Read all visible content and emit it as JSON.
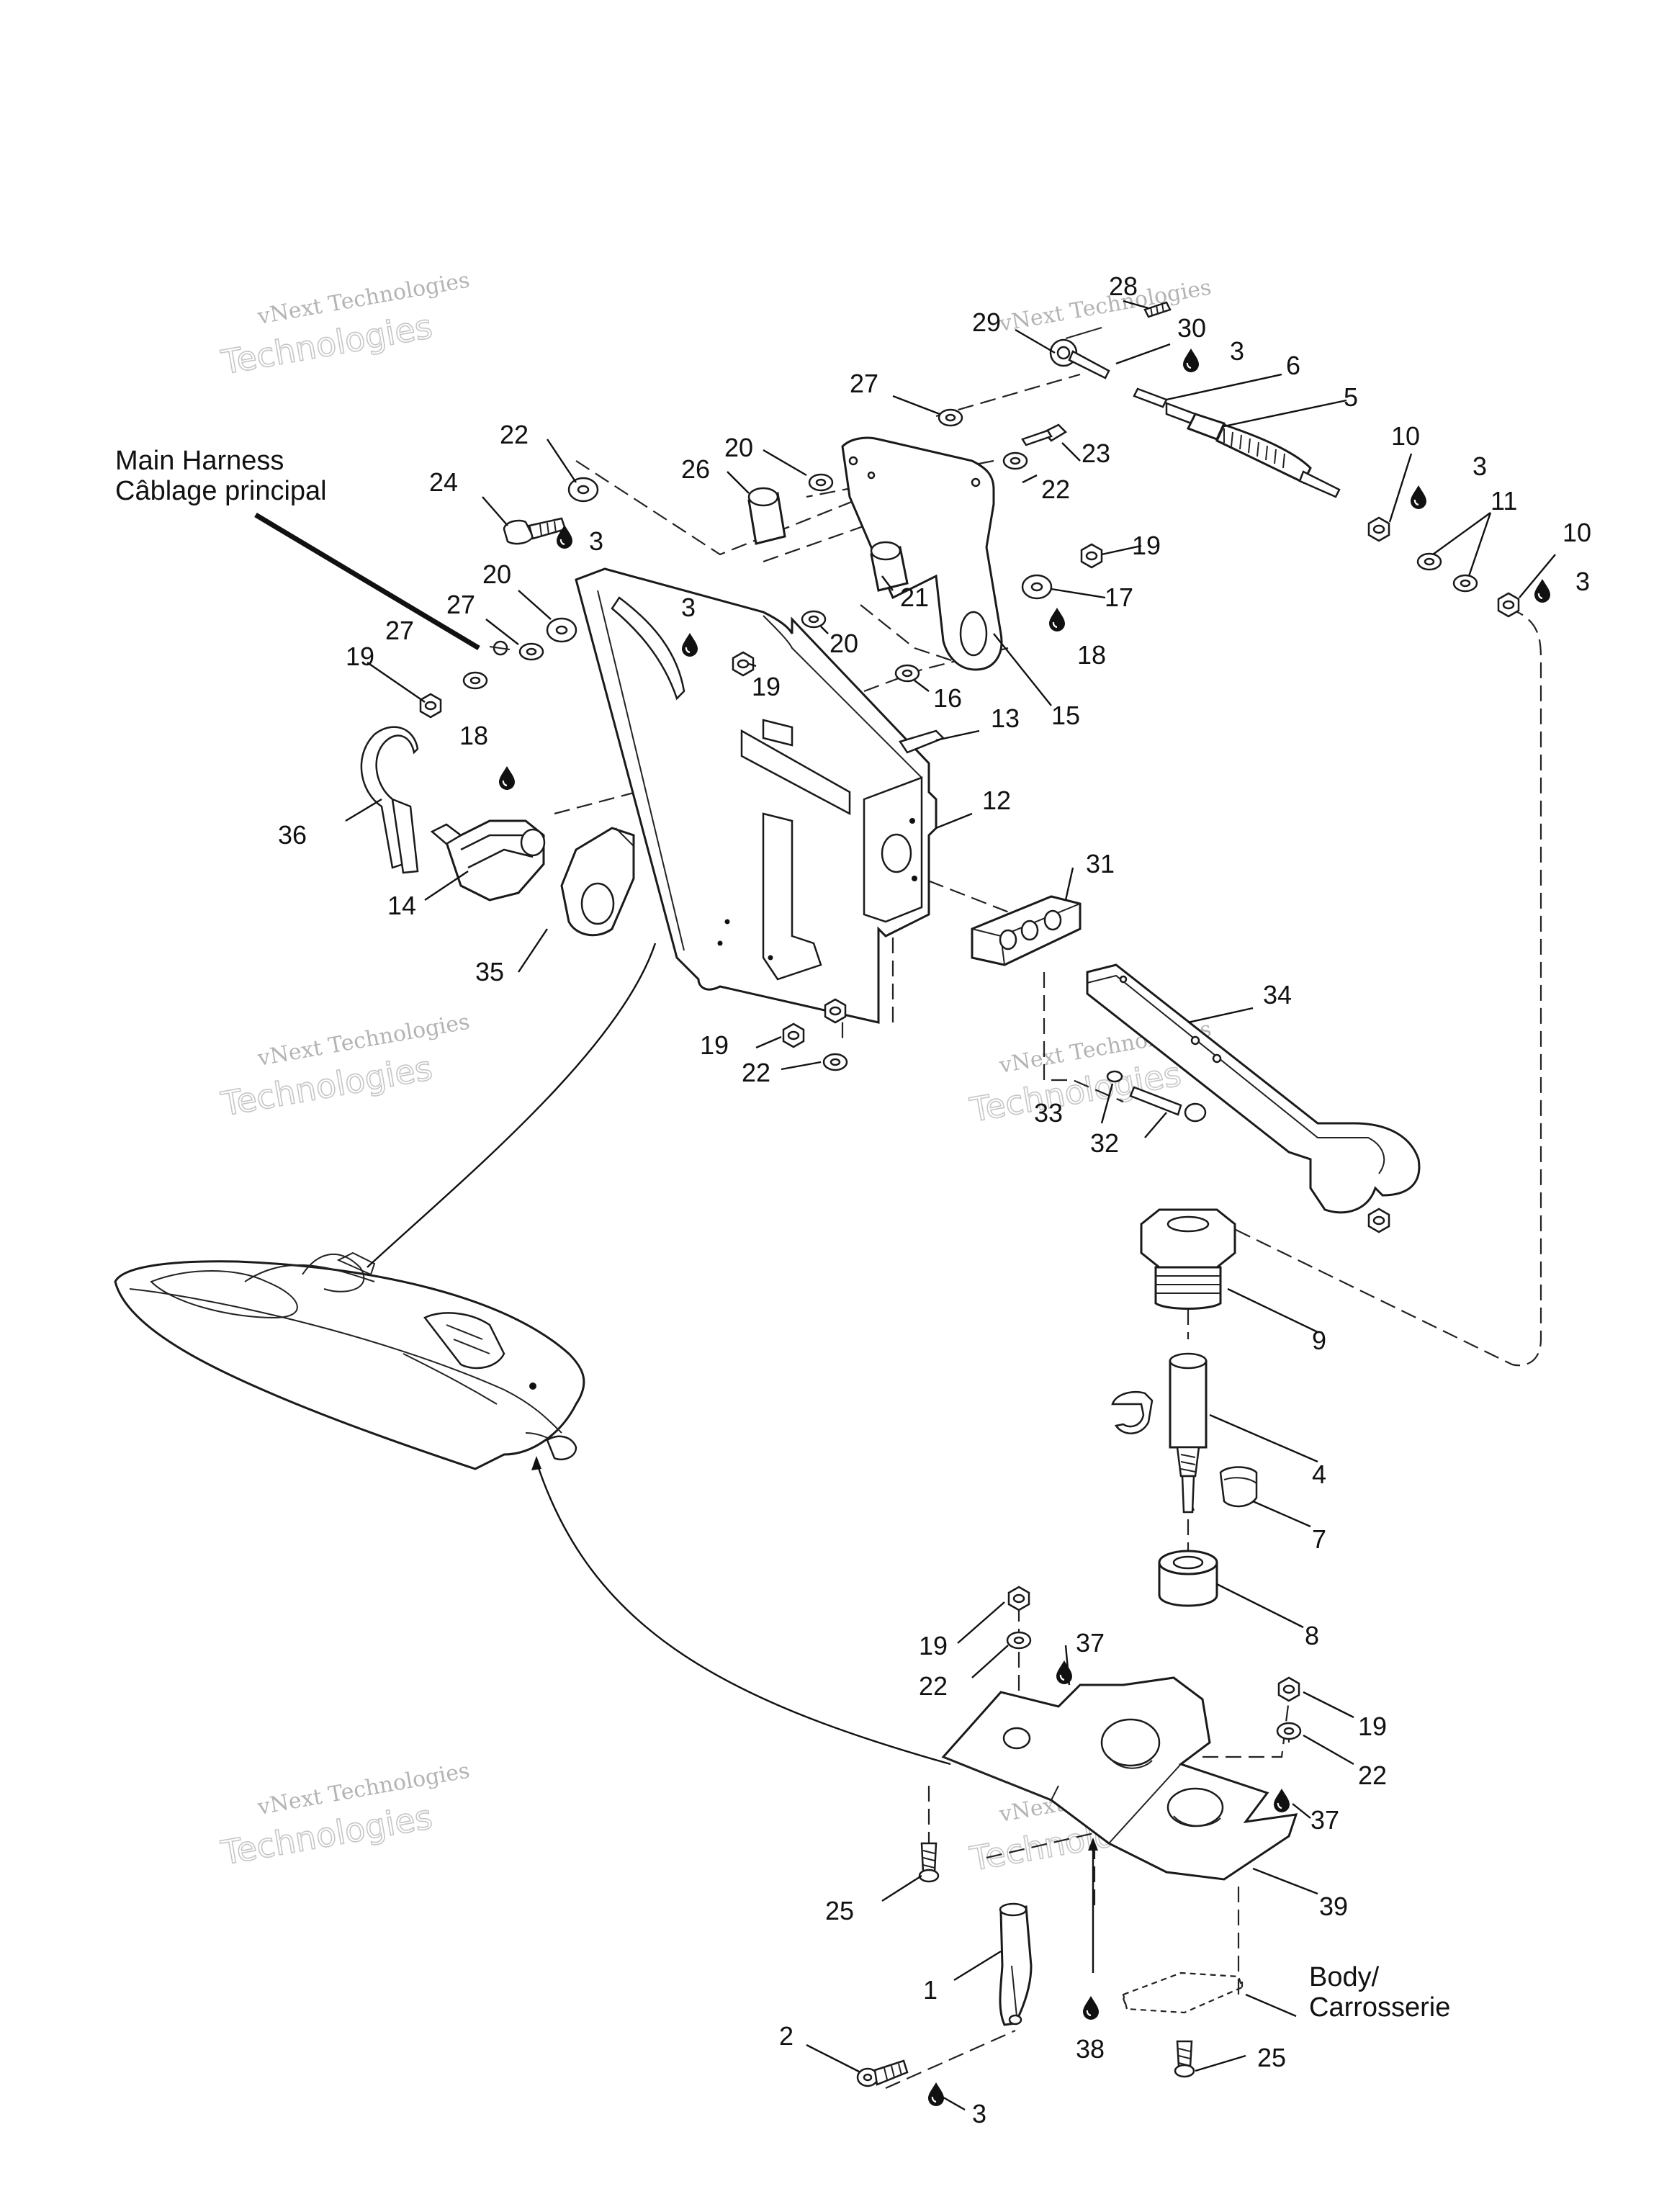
{
  "labels": {
    "main_harness_en": "Main Harness",
    "main_harness_fr": "Câblage principal",
    "body_en": "Body/",
    "body_fr": "Carrosserie"
  },
  "watermark": {
    "line1": "vNext Technologies",
    "line2": "vNext Technologies",
    "line3": "Technologies"
  },
  "callouts": [
    {
      "id": "c28a",
      "text": "28"
    },
    {
      "id": "c29",
      "text": "29"
    },
    {
      "id": "c30",
      "text": "30"
    },
    {
      "id": "c3a",
      "text": "3"
    },
    {
      "id": "c6",
      "text": "6"
    },
    {
      "id": "c5",
      "text": "5"
    },
    {
      "id": "c27a",
      "text": "27"
    },
    {
      "id": "c10a",
      "text": "10"
    },
    {
      "id": "c3b",
      "text": "3"
    },
    {
      "id": "c11",
      "text": "11"
    },
    {
      "id": "c10b",
      "text": "10"
    },
    {
      "id": "c3c",
      "text": "3"
    },
    {
      "id": "c22a",
      "text": "22"
    },
    {
      "id": "c20a",
      "text": "20"
    },
    {
      "id": "c26",
      "text": "26"
    },
    {
      "id": "c23",
      "text": "23"
    },
    {
      "id": "c22b",
      "text": "22"
    },
    {
      "id": "c24",
      "text": "24"
    },
    {
      "id": "c3d",
      "text": "3"
    },
    {
      "id": "c19a",
      "text": "19"
    },
    {
      "id": "c20b",
      "text": "20"
    },
    {
      "id": "c27b",
      "text": "27"
    },
    {
      "id": "c3e",
      "text": "3"
    },
    {
      "id": "c21",
      "text": "21"
    },
    {
      "id": "c17",
      "text": "17"
    },
    {
      "id": "c27c",
      "text": "27"
    },
    {
      "id": "c20c",
      "text": "20"
    },
    {
      "id": "c18a",
      "text": "18"
    },
    {
      "id": "c19b",
      "text": "19"
    },
    {
      "id": "c19c",
      "text": "19"
    },
    {
      "id": "c16",
      "text": "16"
    },
    {
      "id": "c15",
      "text": "15"
    },
    {
      "id": "c13",
      "text": "13"
    },
    {
      "id": "c18b",
      "text": "18"
    },
    {
      "id": "c12",
      "text": "12"
    },
    {
      "id": "c36",
      "text": "36"
    },
    {
      "id": "c31",
      "text": "31"
    },
    {
      "id": "c14",
      "text": "14"
    },
    {
      "id": "c35",
      "text": "35"
    },
    {
      "id": "c34",
      "text": "34"
    },
    {
      "id": "c19d",
      "text": "19"
    },
    {
      "id": "c22c",
      "text": "22"
    },
    {
      "id": "c33",
      "text": "33"
    },
    {
      "id": "c32",
      "text": "32"
    },
    {
      "id": "c9",
      "text": "9"
    },
    {
      "id": "c4",
      "text": "4"
    },
    {
      "id": "c7",
      "text": "7"
    },
    {
      "id": "c8",
      "text": "8"
    },
    {
      "id": "c19e",
      "text": "19"
    },
    {
      "id": "c37a",
      "text": "37"
    },
    {
      "id": "c22d",
      "text": "22"
    },
    {
      "id": "c19f",
      "text": "19"
    },
    {
      "id": "c22e",
      "text": "22"
    },
    {
      "id": "c37b",
      "text": "37"
    },
    {
      "id": "c25a",
      "text": "25"
    },
    {
      "id": "c39",
      "text": "39"
    },
    {
      "id": "c1",
      "text": "1"
    },
    {
      "id": "c2",
      "text": "2"
    },
    {
      "id": "c38",
      "text": "38"
    },
    {
      "id": "c25b",
      "text": "25"
    },
    {
      "id": "c3f",
      "text": "3"
    }
  ]
}
